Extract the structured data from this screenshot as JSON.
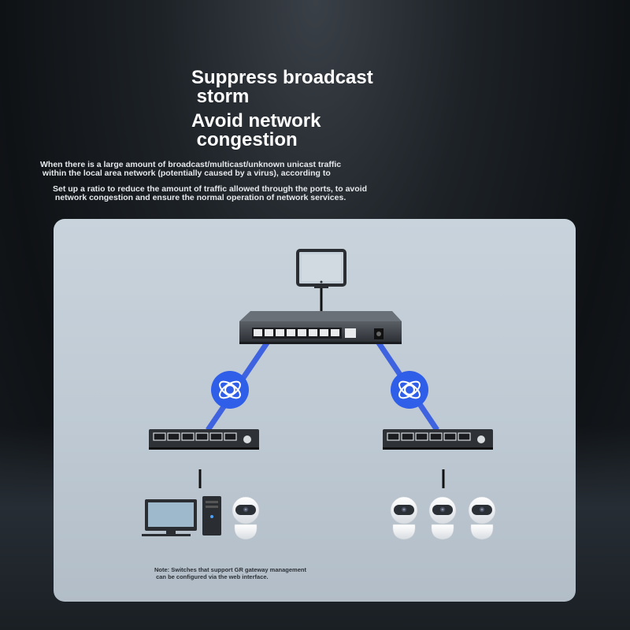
{
  "title": {
    "line1": "Suppress broadcast\n storm",
    "line2": "Avoid network\n congestion"
  },
  "description": {
    "para1": "When there is a large amount of broadcast/multicast/unknown unicast traffic\n within the local area network (potentially caused by a virus), according to",
    "para2": "Set up a ratio to reduce the amount of traffic allowed through the ports, to avoid\n network congestion and ensure the normal operation of network services."
  },
  "diagram": {
    "note": "Note: Switches that support GR gateway management\n can be configured via the web interface.",
    "devices": [
      "monitor-icon",
      "main-switch",
      "link-icon",
      "sub-switch",
      "desktop-computer-icon",
      "camera-icon"
    ],
    "link_color": "#3f63e0",
    "panel_color": "#c5cfd8"
  }
}
